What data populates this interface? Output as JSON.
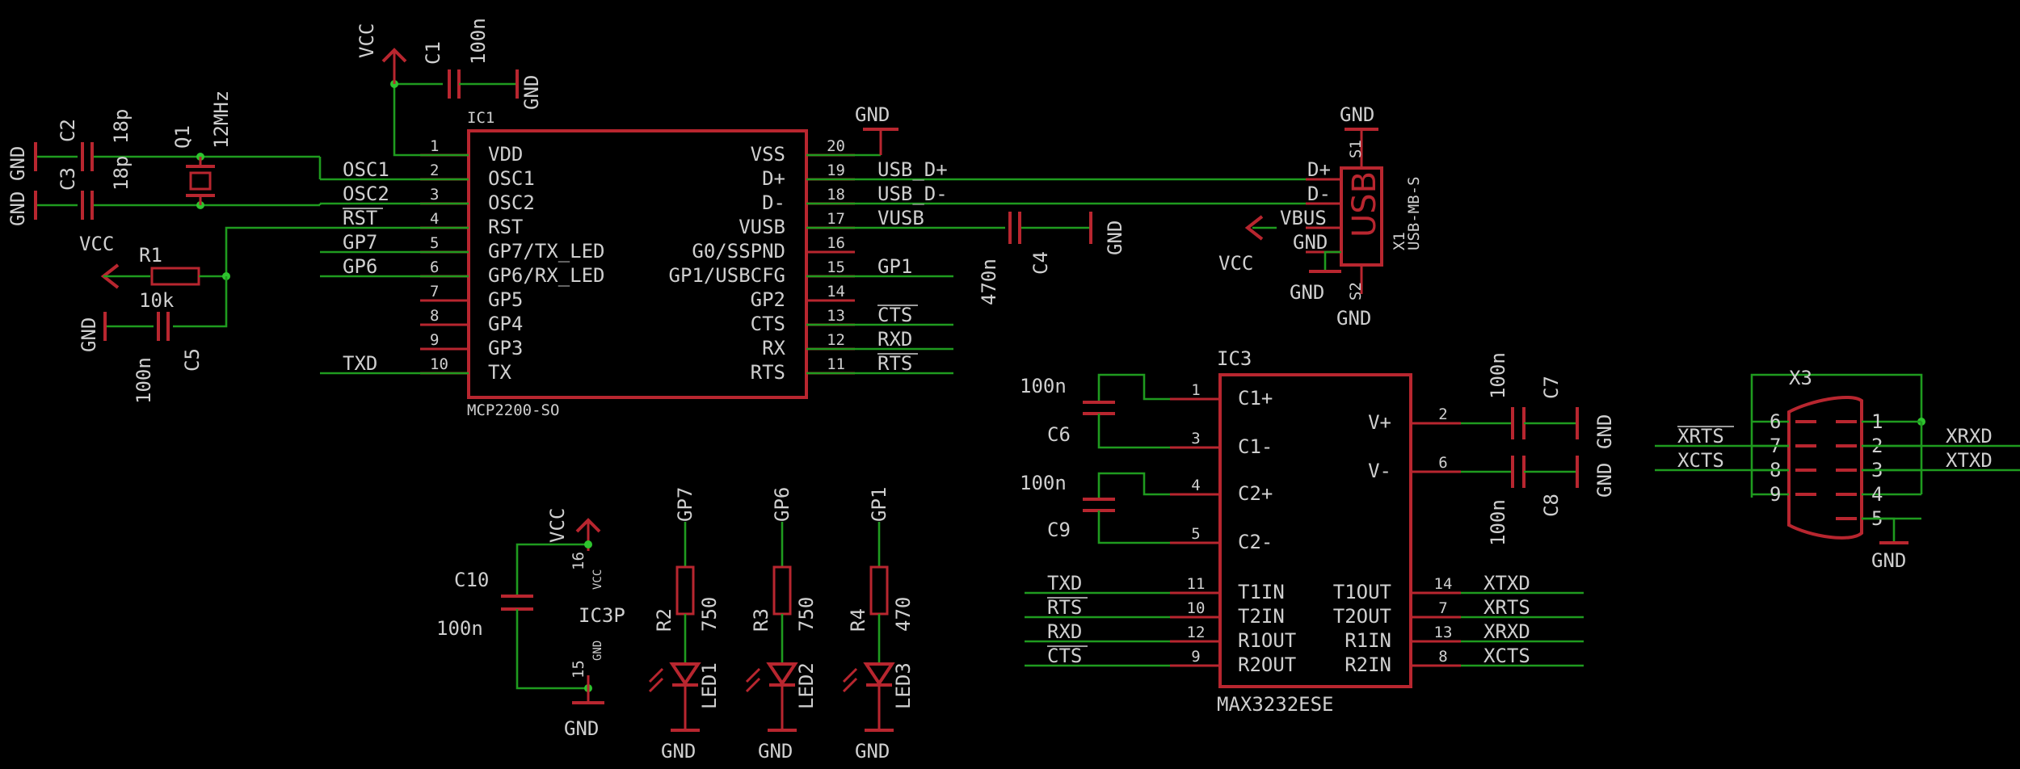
{
  "colors": {
    "background": "#000000",
    "wire": "#1f9b1f",
    "body": "#b8262f",
    "junction": "#2ec42e",
    "text": "#cfcfcf"
  },
  "ic1": {
    "name": "IC1",
    "part": "MCP2200-SO",
    "left_pins": [
      {
        "num": "1",
        "label": "VDD",
        "net": ""
      },
      {
        "num": "2",
        "label": "OSC1",
        "net": "OSC1"
      },
      {
        "num": "3",
        "label": "OSC2",
        "net": "OSC2"
      },
      {
        "num": "4",
        "label": "RST",
        "net": "RST"
      },
      {
        "num": "5",
        "label": "GP7/TX_LED",
        "net": "GP7"
      },
      {
        "num": "6",
        "label": "GP6/RX_LED",
        "net": "GP6"
      },
      {
        "num": "7",
        "label": "GP5",
        "net": ""
      },
      {
        "num": "8",
        "label": "GP4",
        "net": ""
      },
      {
        "num": "9",
        "label": "GP3",
        "net": ""
      },
      {
        "num": "10",
        "label": "TX",
        "net": "TXD"
      }
    ],
    "right_pins": [
      {
        "num": "20",
        "label": "VSS",
        "net": ""
      },
      {
        "num": "19",
        "label": "D+",
        "net": "USB_D+"
      },
      {
        "num": "18",
        "label": "D-",
        "net": "USB_D-"
      },
      {
        "num": "17",
        "label": "VUSB",
        "net": "VUSB"
      },
      {
        "num": "16",
        "label": "G0/SSPND",
        "net": ""
      },
      {
        "num": "15",
        "label": "GP1/USBCFG",
        "net": "GP1"
      },
      {
        "num": "14",
        "label": "GP2",
        "net": ""
      },
      {
        "num": "13",
        "label": "CTS",
        "net": "CTS"
      },
      {
        "num": "12",
        "label": "RX",
        "net": "RXD"
      },
      {
        "num": "11",
        "label": "RTS",
        "net": "RTS"
      }
    ]
  },
  "ic3": {
    "name": "IC3",
    "part": "MAX3232ESE",
    "left_pins": [
      {
        "num": "1",
        "label": "C1+",
        "net": ""
      },
      {
        "num": "3",
        "label": "C1-",
        "net": ""
      },
      {
        "num": "4",
        "label": "C2+",
        "net": ""
      },
      {
        "num": "5",
        "label": "C2-",
        "net": ""
      },
      {
        "num": "11",
        "label": "T1IN",
        "net": "TXD"
      },
      {
        "num": "10",
        "label": "T2IN",
        "net": "RTS"
      },
      {
        "num": "12",
        "label": "R1OUT",
        "net": "RXD"
      },
      {
        "num": "9",
        "label": "R2OUT",
        "net": "CTS"
      }
    ],
    "right_pins": [
      {
        "num": "2",
        "label": "V+",
        "net": ""
      },
      {
        "num": "6",
        "label": "V-",
        "net": ""
      },
      {
        "num": "14",
        "label": "T1OUT",
        "net": "XTXD"
      },
      {
        "num": "7",
        "label": "T2OUT",
        "net": "XRTS"
      },
      {
        "num": "13",
        "label": "R1IN",
        "net": "XRXD"
      },
      {
        "num": "8",
        "label": "R2IN",
        "net": "XCTS"
      }
    ]
  },
  "ic3p": {
    "name": "IC3P",
    "pin_vcc": "16",
    "pin_gnd": "15",
    "vcc_label": "VCC",
    "gnd_label": "GND"
  },
  "caps": {
    "c1": {
      "name": "C1",
      "value": "100n"
    },
    "c2": {
      "name": "C2",
      "value": "18p"
    },
    "c3": {
      "name": "C3",
      "value": "18p"
    },
    "c4": {
      "name": "C4",
      "value": "470n"
    },
    "c5": {
      "name": "C5",
      "value": "100n"
    },
    "c6": {
      "name": "C6",
      "value": "100n"
    },
    "c7": {
      "name": "C7",
      "value": "100n"
    },
    "c8": {
      "name": "C8",
      "value": "100n"
    },
    "c9": {
      "name": "C9",
      "value": "100n"
    },
    "c10": {
      "name": "C10",
      "value": "100n"
    }
  },
  "resistors": {
    "r1": {
      "name": "R1",
      "value": "10k"
    },
    "r2": {
      "name": "R2",
      "value": "750"
    },
    "r3": {
      "name": "R3",
      "value": "750"
    },
    "r4": {
      "name": "R4",
      "value": "470"
    }
  },
  "crystal": {
    "name": "Q1",
    "value": "12MHz"
  },
  "leds": {
    "led1": {
      "name": "LED1",
      "net": "GP7"
    },
    "led2": {
      "name": "LED2",
      "net": "GP6"
    },
    "led3": {
      "name": "LED3",
      "net": "GP1"
    }
  },
  "usb": {
    "name": "X1",
    "part": "USB-MB-S",
    "body_text": "USB",
    "pins": [
      "D+",
      "D-",
      "VBUS",
      "GND"
    ],
    "s1": "S1",
    "s2": "S2"
  },
  "db9": {
    "name": "X3",
    "left_pins": [
      "6",
      "7",
      "8",
      "9"
    ],
    "right_pins": [
      "1",
      "2",
      "3",
      "4",
      "5"
    ],
    "nets": {
      "left": [
        "XRTS",
        "XCTS"
      ],
      "right": [
        "XRXD",
        "XTXD"
      ]
    }
  },
  "labels": {
    "gnd": "GND",
    "vcc": "VCC"
  }
}
